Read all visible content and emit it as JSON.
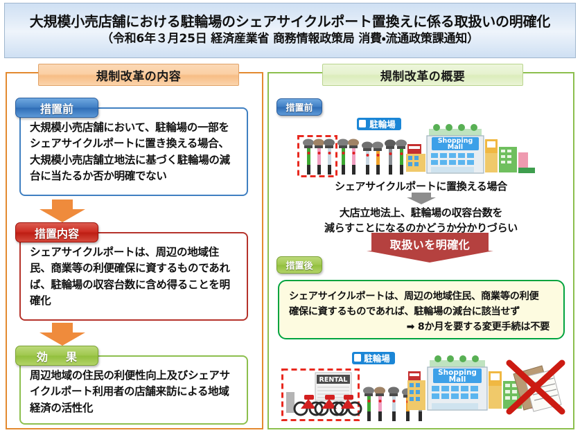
{
  "document": {
    "title_line1": "大規模小売店舗における駐輪場のシェアサイクルポート置換えに係る取扱いの明確化",
    "title_line2": "（令和6年３月25日 経済産業省 商務情報政策局 消費・流通政策課通知）"
  },
  "left_panel": {
    "header": "規制改革の内容",
    "sections": [
      {
        "badge": "措置前",
        "body": "大規模小売店舗において、駐輪場の一部をシェアサイクルポートに置き換える場合、大規模小売店舗立地法に基づく駐輪場の減台に当たるか否か明確でない"
      },
      {
        "badge": "措置内容",
        "body": "シェアサイクルポートは、周辺の地域住民、商業等の利便確保に資するものであれば、駐輪場の収容台数に含め得ることを明確化"
      },
      {
        "badge": "効　果",
        "body": "周辺地域の住民の利便性向上及びシェアサイクルポート利用者の店舗来訪による地域経済の活性化"
      }
    ]
  },
  "right_panel": {
    "header": "規制改革の概要",
    "before_badge": "措置前",
    "after_badge": "措置後",
    "caption_replace": "シェアサイクルポートに置換える場合",
    "caption_problem_line1": "大店立地法上、駐輪場の収容台数を",
    "caption_problem_line2": "減らすことになるのかどうか分かりづらい",
    "red_banner": "取扱いを明確化",
    "result_line1": "シェアサイクルポートは、周辺の地域住民、商業等の利便",
    "result_line2": "確保に資するものであれば、駐輪場の減台に該当せず",
    "result_line3": "➡ 8か月を要する変更手続は不要",
    "illustration_labels": {
      "bike_parking_sign": "駐輪場",
      "mall_line1": "Shopping",
      "mall_line2": "Mall",
      "rental_sign": "RENTAL"
    }
  },
  "colors": {
    "title_bg": "#cfe0f3",
    "left_border": "#e3892f",
    "right_border": "#8cbf4d",
    "tab_left": "#fbd0a5",
    "tab_right": "#e6f2cf",
    "badge_blue": "#2f6db6",
    "badge_red": "#cc2a20",
    "badge_green": "#92bf3d",
    "arrow_orange": "#ef8b3c",
    "red_banner": "#b5413f",
    "result_border": "#00a33e",
    "result_bg": "#fdfbe0",
    "dashed_highlight": "#e8291f",
    "cross_mark": "#cc1b12"
  }
}
